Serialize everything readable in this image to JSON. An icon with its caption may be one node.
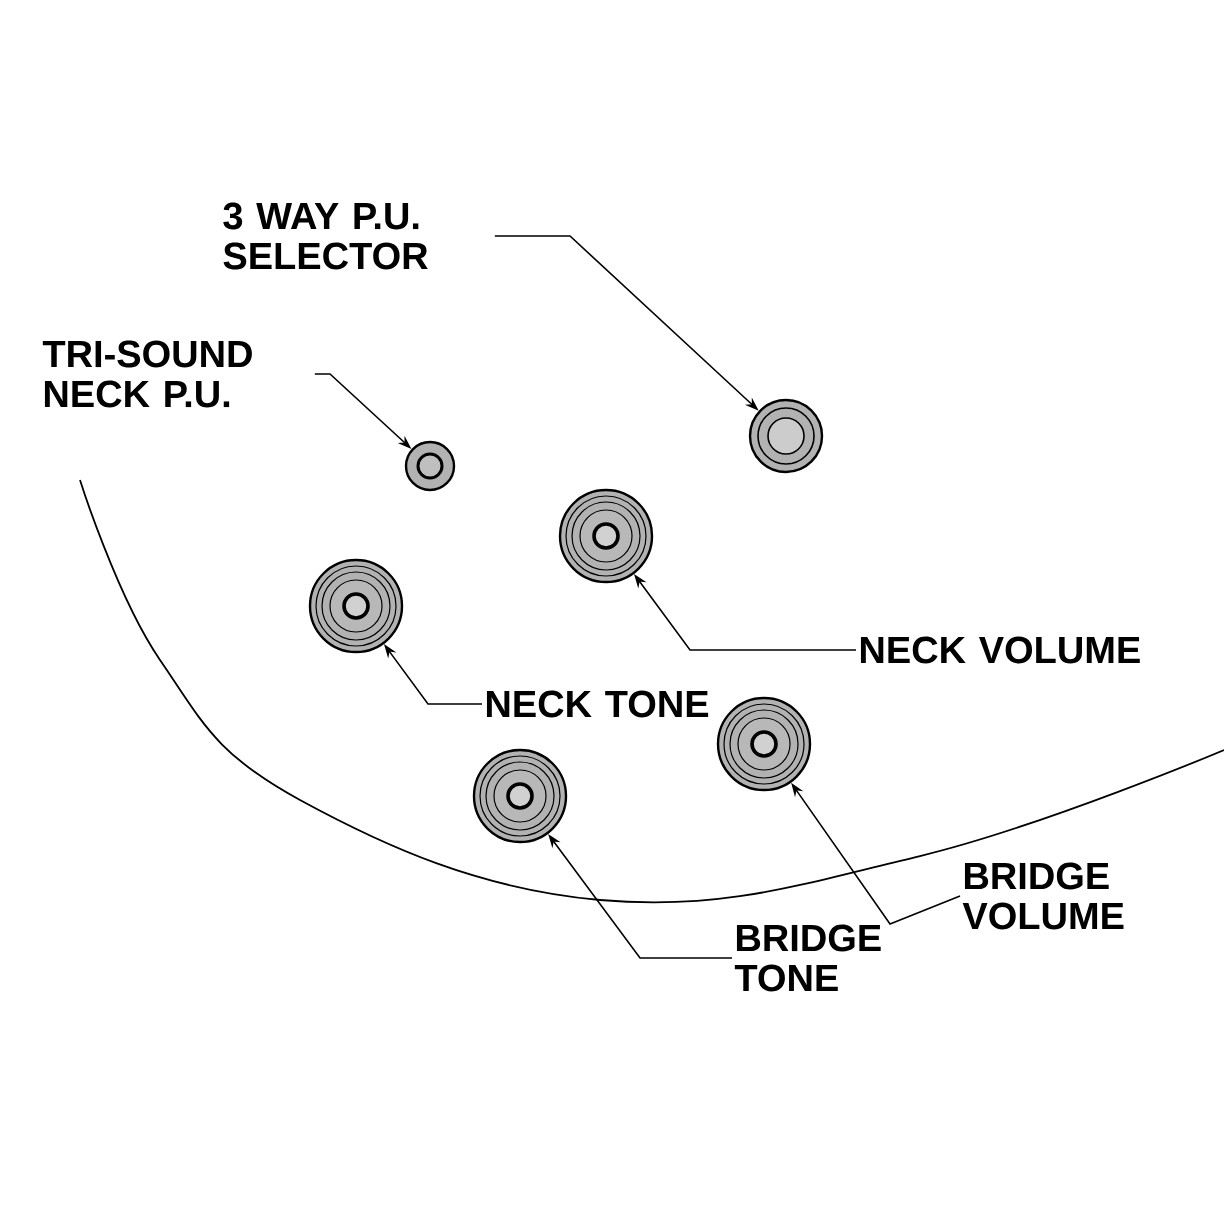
{
  "diagram": {
    "nodes": [
      {
        "text": [
          "3 WAY P.U. SELECTOR"
        ]
      },
      {
        "text": [
          "TRI-SOUND NECK P.U."
        ]
      },
      {
        "text": [],
        "shape": "circle"
      },
      {
        "text": [],
        "shape": "circle"
      },
      {
        "text": [],
        "shape": "circle"
      },
      {
        "text": [],
        "shape": "circle"
      },
      {
        "text": [
          "NECK VOLUME"
        ]
      },
      {
        "text": [
          "NECK TONE"
        ]
      },
      {
        "text": [],
        "shape": "circle"
      },
      {
        "text": [],
        "shape": "circle"
      },
      {
        "text": [
          "BRIDGE VOLUME"
        ]
      },
      {
        "text": [
          "BRIDGE TONE"
        ]
      }
    ],
    "edges": [
      {
        "from": 0,
        "to": 2,
        "arrow": "to"
      },
      {
        "from": 1,
        "to": 3,
        "arrow": "to"
      },
      {
        "from": 6,
        "to": 4,
        "arrow": "to"
      },
      {
        "from": 7,
        "to": 5,
        "arrow": "to"
      },
      {
        "from": 10,
        "to": 8,
        "arrow": "to"
      },
      {
        "from": 11,
        "to": 9,
        "arrow": "to"
      }
    ]
  }
}
